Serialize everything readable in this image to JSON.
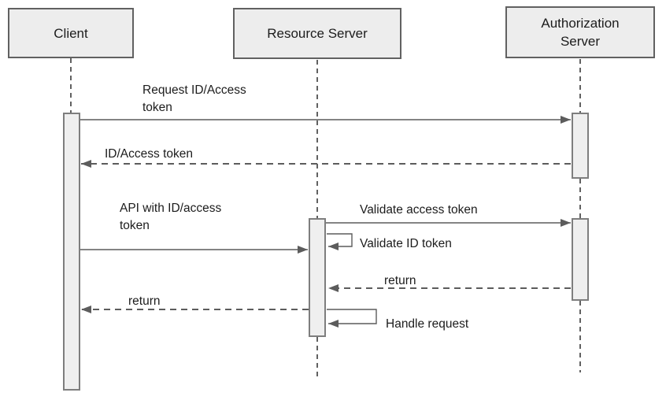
{
  "diagram": {
    "type": "uml-sequence-diagram",
    "title": "",
    "actors": [
      {
        "id": "client",
        "label": "Client"
      },
      {
        "id": "resource-server",
        "label": "Resource Server"
      },
      {
        "id": "authorization-server",
        "label": "Authorization Server"
      }
    ],
    "messages": [
      {
        "index": 1,
        "from": "client",
        "to": "authorization-server",
        "label": "Request ID/Access token",
        "line_style": "solid"
      },
      {
        "index": 2,
        "from": "authorization-server",
        "to": "client",
        "label": "ID/Access token",
        "line_style": "dashed"
      },
      {
        "index": 3,
        "from": "client",
        "to": "resource-server",
        "label": "API with ID/access token",
        "line_style": "solid"
      },
      {
        "index": 4,
        "from": "resource-server",
        "to": "authorization-server",
        "label": "Validate access token",
        "line_style": "solid"
      },
      {
        "index": 5,
        "from": "resource-server",
        "to": "resource-server",
        "label": "Validate ID token",
        "line_style": "self-call"
      },
      {
        "index": 6,
        "from": "authorization-server",
        "to": "resource-server",
        "label": "return",
        "line_style": "dashed"
      },
      {
        "index": 7,
        "from": "resource-server",
        "to": "client",
        "label": "return",
        "line_style": "dashed"
      },
      {
        "index": 8,
        "from": "resource-server",
        "to": "resource-server",
        "label": "Handle request",
        "line_style": "self-call"
      }
    ],
    "colors": {
      "background": "#ffffff",
      "actor_box_fill": "#ededed",
      "actor_box_border": "#616161",
      "activation_fill": "#efefef",
      "activation_border": "#7e7e7e",
      "line": "#5c5c5c",
      "lifeline": "#616161",
      "text": "#1c1c1c"
    }
  }
}
